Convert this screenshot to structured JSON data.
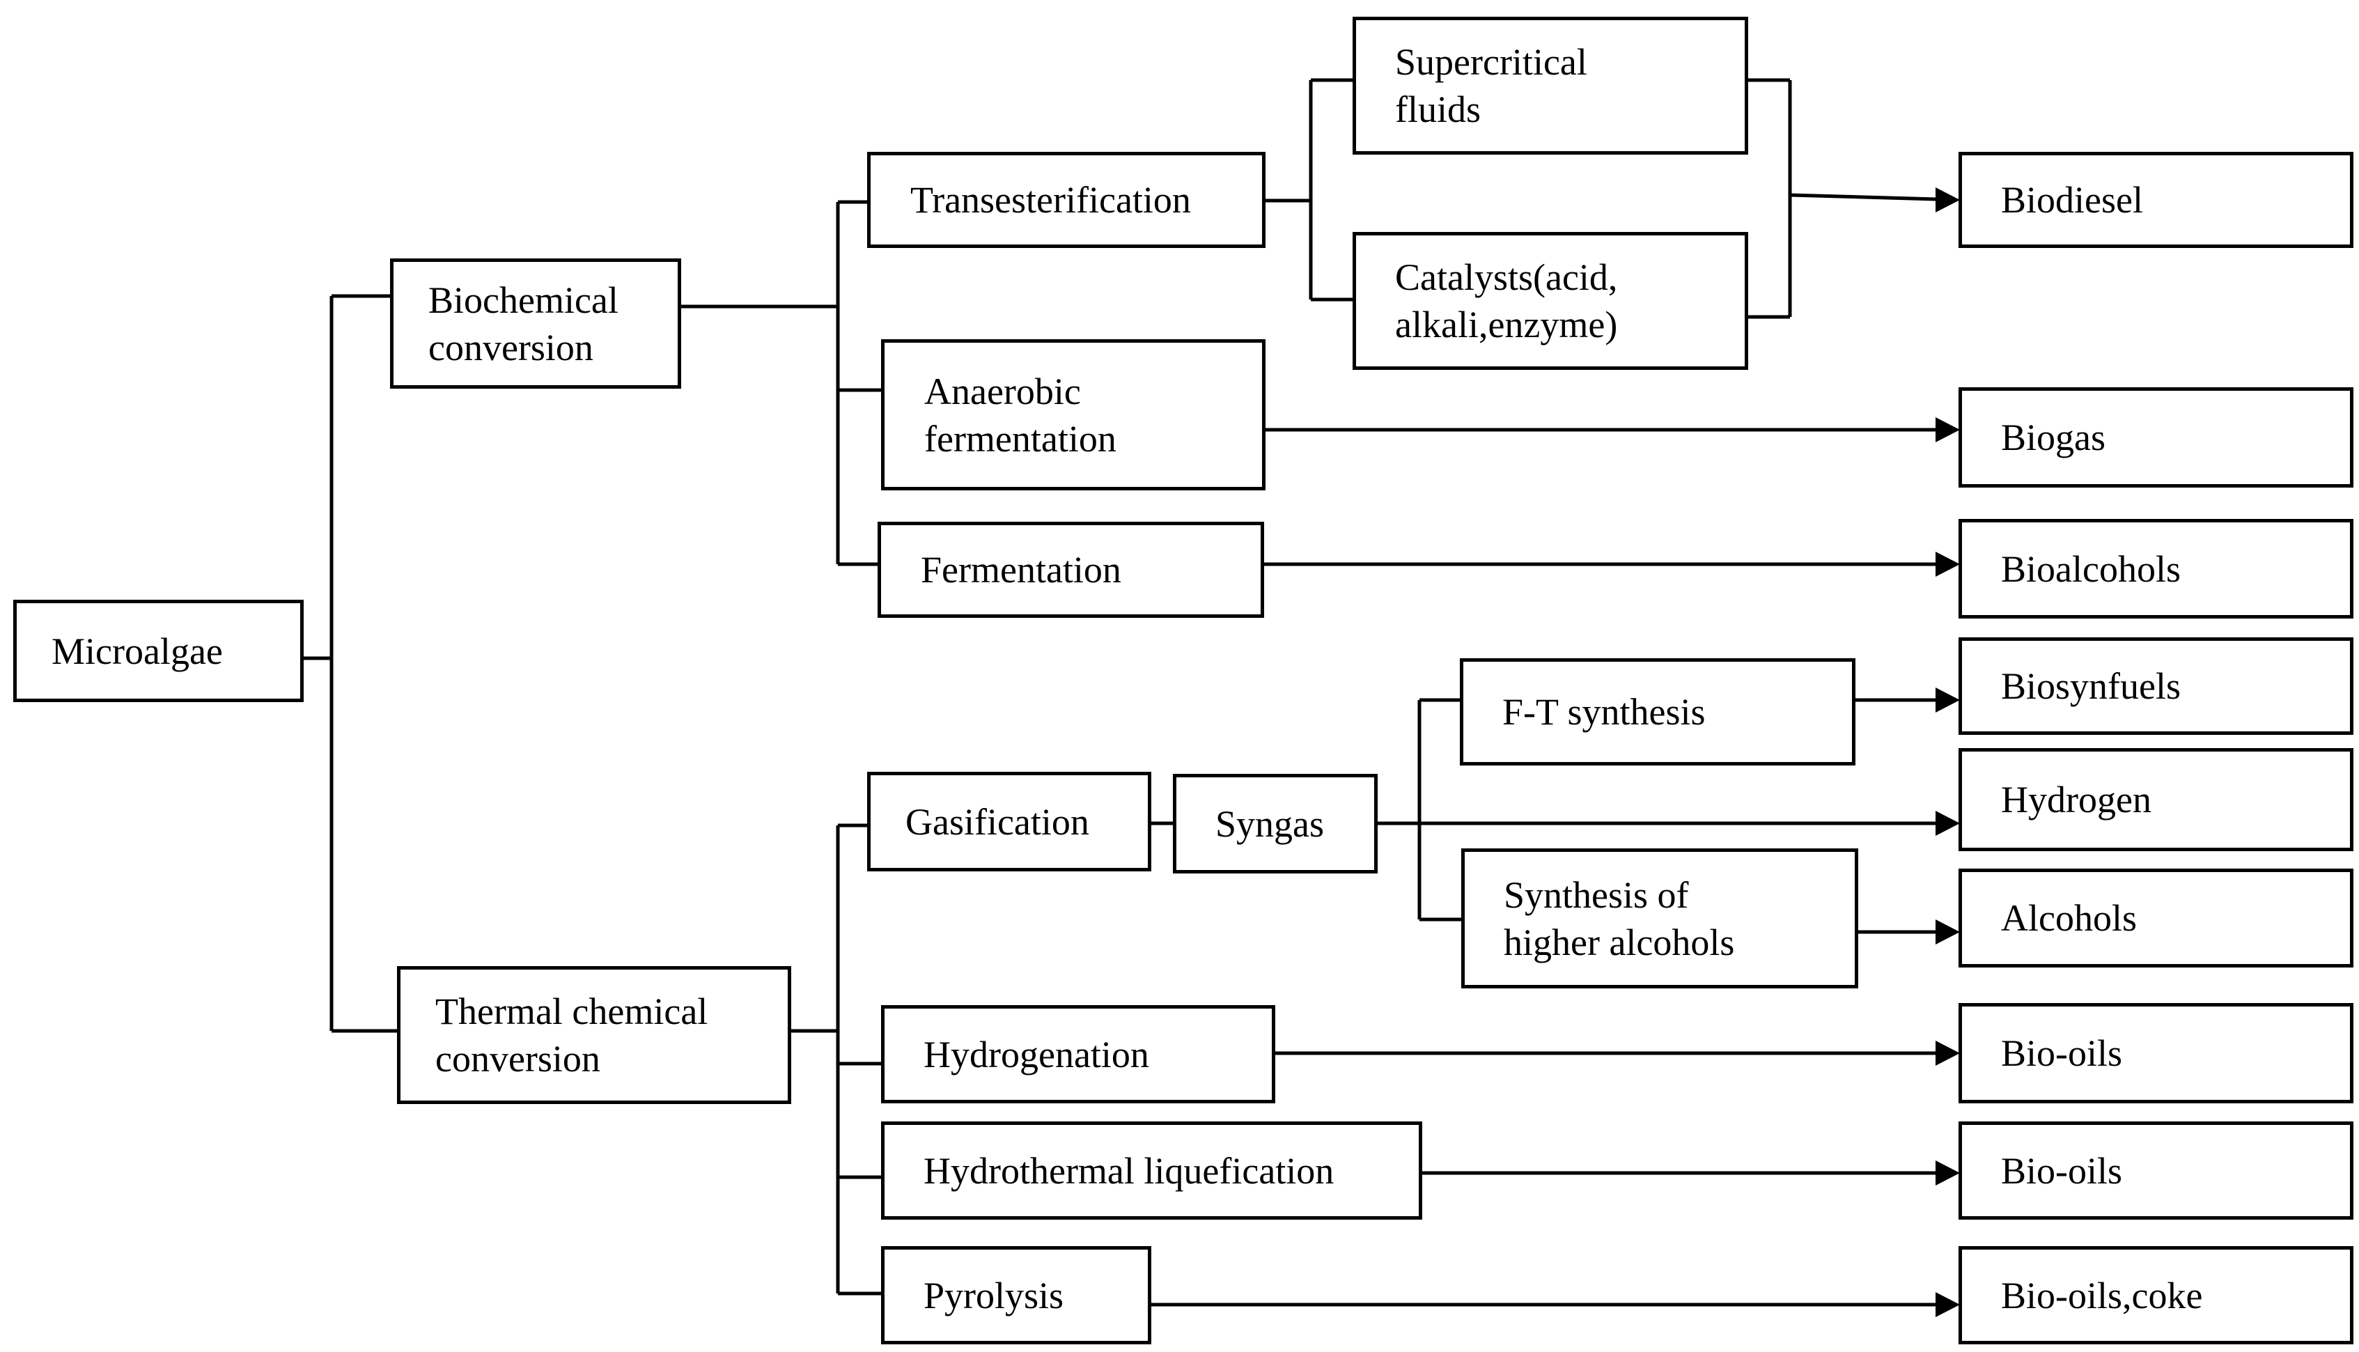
{
  "nodes": {
    "microalgae": [
      "Microalgae"
    ],
    "biochemical": [
      "Biochemical",
      "conversion"
    ],
    "thermal": [
      "Thermal chemical",
      "conversion"
    ],
    "transesterification": [
      "Transesterification"
    ],
    "anaerobic": [
      "Anaerobic",
      "fermentation"
    ],
    "fermentation": [
      "Fermentation"
    ],
    "supercritical": [
      "Supercritical",
      "fluids"
    ],
    "catalysts": [
      "Catalysts(acid,",
      "alkali,enzyme)"
    ],
    "gasification": [
      "Gasification"
    ],
    "syngas": [
      "Syngas"
    ],
    "ft_synthesis": [
      "F-T synthesis"
    ],
    "higher_alcohols": [
      "Synthesis of",
      "higher alcohols"
    ],
    "hydrogenation": [
      "Hydrogenation"
    ],
    "htl": [
      "Hydrothermal liquefication"
    ],
    "pyrolysis": [
      "Pyrolysis"
    ],
    "biodiesel": [
      "Biodiesel"
    ],
    "biogas": [
      "Biogas"
    ],
    "bioalcohols": [
      "Bioalcohols"
    ],
    "biosynfuels": [
      "Biosynfuels"
    ],
    "hydrogen": [
      "Hydrogen"
    ],
    "alcohols": [
      "Alcohols"
    ],
    "biooils_1": [
      "Bio-oils"
    ],
    "biooils_2": [
      "Bio-oils"
    ],
    "biooils_coke": [
      "Bio-oils,coke"
    ]
  }
}
